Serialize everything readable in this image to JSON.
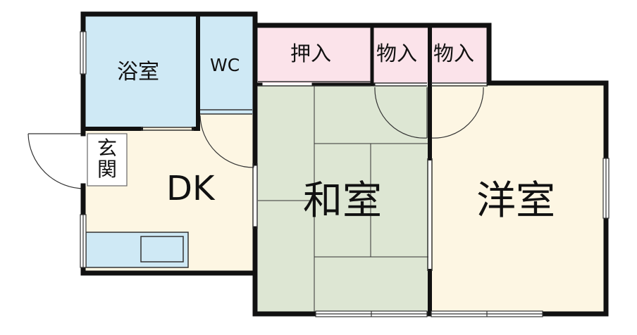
{
  "floorplan": {
    "rooms": {
      "bath": "浴室",
      "wc": "WC",
      "oshiire": "押入",
      "closet_1": "物入",
      "closet_2": "物入",
      "entrance_chars": [
        "玄",
        "関"
      ],
      "dk": "DK",
      "washitsu": "和室",
      "youshitsu": "洋室"
    },
    "colors": {
      "wall": "#111111",
      "bath_fill": "#cfe9f5",
      "wc_fill": "#cfe9f5",
      "storage_fill": "#fbe3ea",
      "dk_fill": "#fdf6e3",
      "tatami_fill": "#dde6d3",
      "youshitsu_fill": "#fdf6e3",
      "kitchen_counter_fill": "#cfe9f5",
      "entrance_fill": "#ffffff"
    }
  }
}
